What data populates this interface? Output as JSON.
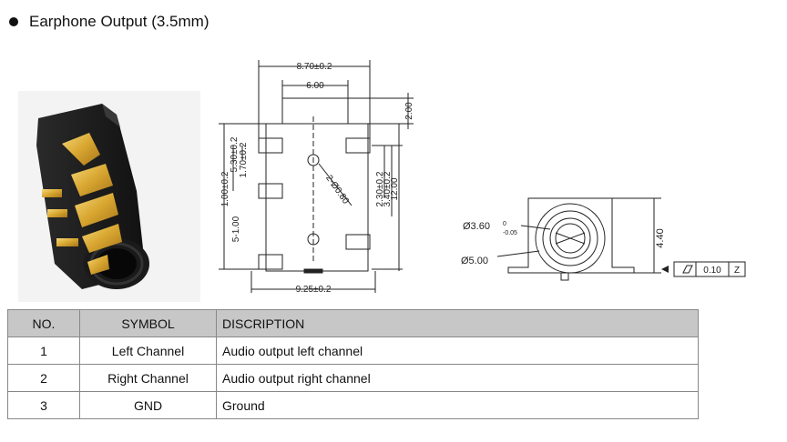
{
  "heading": {
    "text": "Earphone Output (3.5mm)"
  },
  "side_view": {
    "width_outer": "8.70±0.2",
    "width_inner": "6.00",
    "top_height": "2.00",
    "left_dim_1": "1.00±0.2",
    "left_dim_2": "5.30±0.2",
    "left_dim_3": "1.70±0.2",
    "left_dim_4": "5-1.00",
    "right_dim_1": "2.30±0.2",
    "right_dim_2": "3.40±0.2",
    "right_dim_3": "12.00",
    "hole_label": "2-Ø0.80",
    "bottom_width": "9.25±0.2"
  },
  "front_view": {
    "d1": "Ø3.60",
    "d1_tol_upper": "0",
    "d1_tol_lower": "-0.05",
    "d2": "Ø5.00",
    "height": "4.40",
    "tol_value": "0.10",
    "tol_datum": "Z"
  },
  "table": {
    "headers": [
      "NO.",
      "SYMBOL",
      "DISCRIPTION"
    ],
    "rows": [
      {
        "no": "1",
        "symbol": "Left Channel",
        "description": "Audio output left channel"
      },
      {
        "no": "2",
        "symbol": "Right Channel",
        "description": "Audio output right channel"
      },
      {
        "no": "3",
        "symbol": "GND",
        "description": "Ground"
      }
    ]
  }
}
